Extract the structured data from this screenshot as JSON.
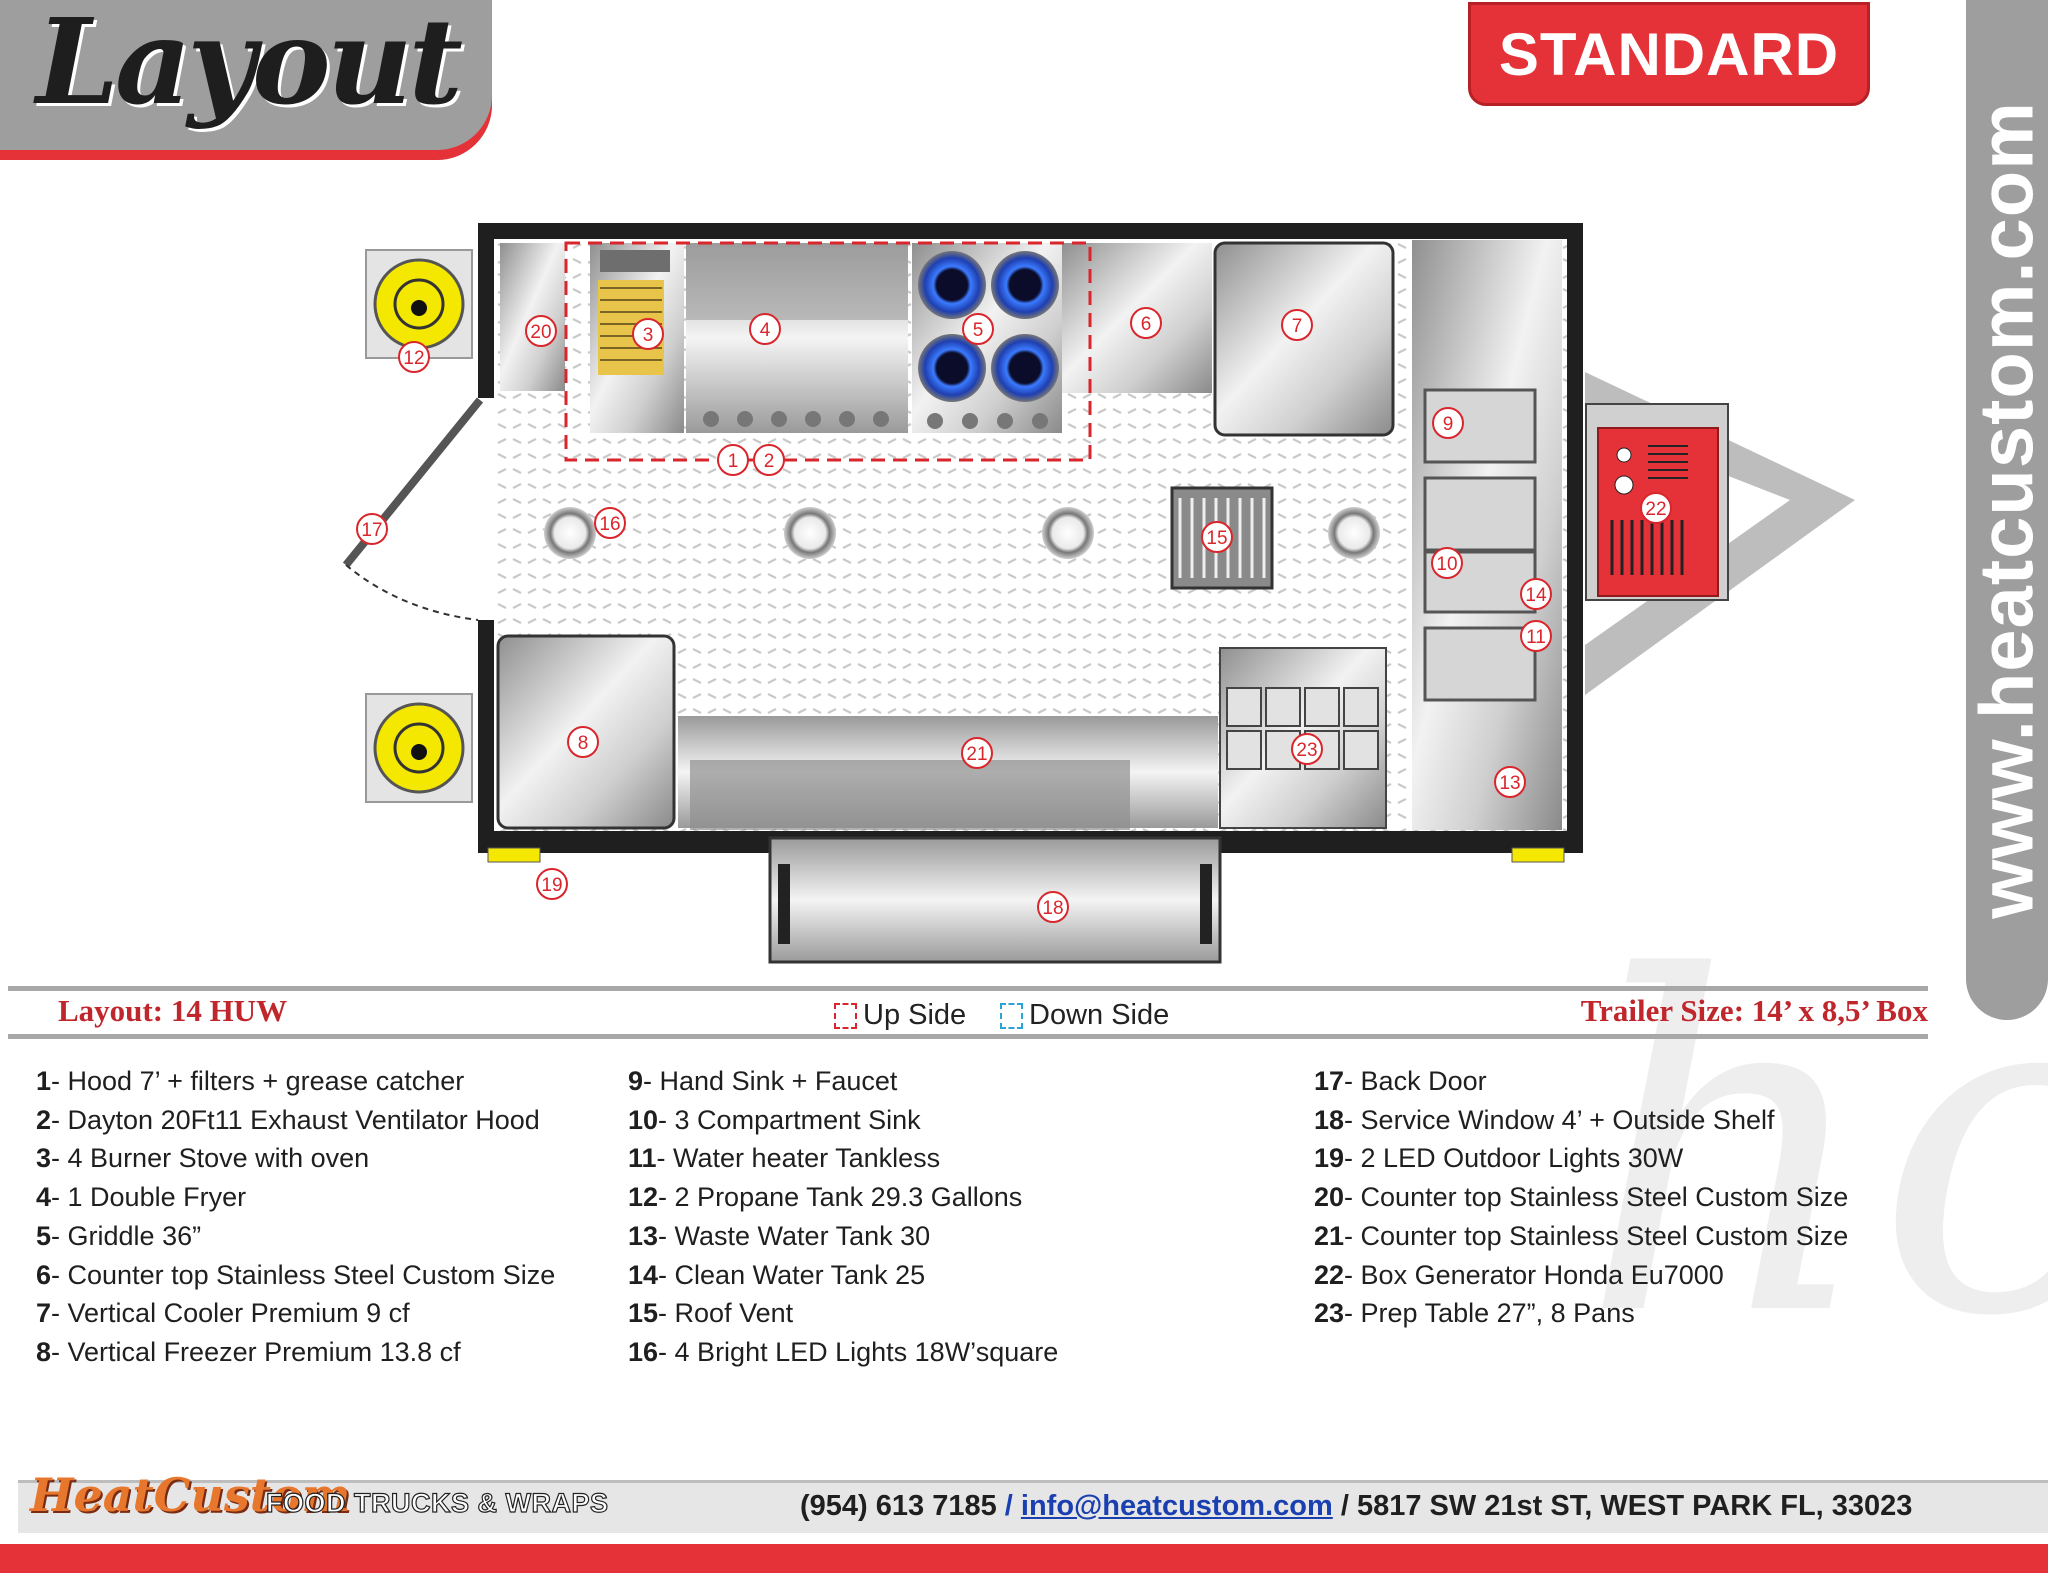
{
  "header": {
    "title": "Layout",
    "badge": "STANDARD",
    "website": "www.heatcustom.com"
  },
  "colors": {
    "accent_red": "#e53238",
    "gray": "#9e9e9e",
    "propane_yellow": "#f5e800",
    "marker_red": "#d9262c",
    "burner_blue": "#1f57d6"
  },
  "diagram": {
    "markers": [
      "1",
      "2",
      "3",
      "4",
      "5",
      "6",
      "7",
      "8",
      "9",
      "10",
      "11",
      "12",
      "13",
      "14",
      "15",
      "16",
      "17",
      "18",
      "19",
      "20",
      "21",
      "22",
      "23"
    ]
  },
  "info_bar": {
    "layout_label": "Layout: 14 HUW",
    "up_side": "Up Side",
    "down_side": "Down Side",
    "trailer_size": "Trailer Size: 14’ x 8,5’ Box"
  },
  "legend": [
    {
      "num": "1",
      "text": "- Hood 7’ + filters + grease catcher"
    },
    {
      "num": "2",
      "text": "- Dayton 20Ft11 Exhaust Ventilator Hood"
    },
    {
      "num": "3",
      "text": "- 4 Burner Stove with oven"
    },
    {
      "num": "4",
      "text": "- 1 Double Fryer"
    },
    {
      "num": "5",
      "text": "- Griddle 36”"
    },
    {
      "num": "6",
      "text": "- Counter top Stainless Steel Custom Size"
    },
    {
      "num": "7",
      "text": "- Vertical Cooler Premium 9 cf"
    },
    {
      "num": "8",
      "text": "- Vertical Freezer Premium 13.8 cf"
    },
    {
      "num": "9",
      "text": "- Hand Sink + Faucet"
    },
    {
      "num": "10",
      "text": "-  3 Compartment Sink"
    },
    {
      "num": "11",
      "text": "- Water heater Tankless"
    },
    {
      "num": "12",
      "text": "- 2 Propane Tank 29.3 Gallons"
    },
    {
      "num": "13",
      "text": "- Waste Water Tank 30"
    },
    {
      "num": "14",
      "text": "- Clean Water Tank 25"
    },
    {
      "num": "15",
      "text": "- Roof Vent"
    },
    {
      "num": "16",
      "text": "- 4 Bright LED Lights 18W’square"
    },
    {
      "num": "17",
      "text": "- Back Door"
    },
    {
      "num": "18",
      "text": "- Service Window 4’ + Outside Shelf"
    },
    {
      "num": "19",
      "text": "- 2 LED Outdoor Lights 30W"
    },
    {
      "num": "20",
      "text": "- Counter top Stainless Steel Custom Size"
    },
    {
      "num": "21",
      "text": "- Counter top Stainless Steel Custom Size"
    },
    {
      "num": "22",
      "text": "- Box Generator Honda Eu7000"
    },
    {
      "num": "23",
      "text": "- Prep Table 27”, 8 Pans"
    }
  ],
  "footer": {
    "brand": "HeatCustom",
    "brand_sub": "FOOD TRUCKS & WRAPS",
    "phone": "(954) 613 7185",
    "slash1": " / ",
    "email": "info@heatcustom.com",
    "slash2": " / ",
    "address": "5817 SW 21st ST, WEST PARK FL, 33023"
  }
}
